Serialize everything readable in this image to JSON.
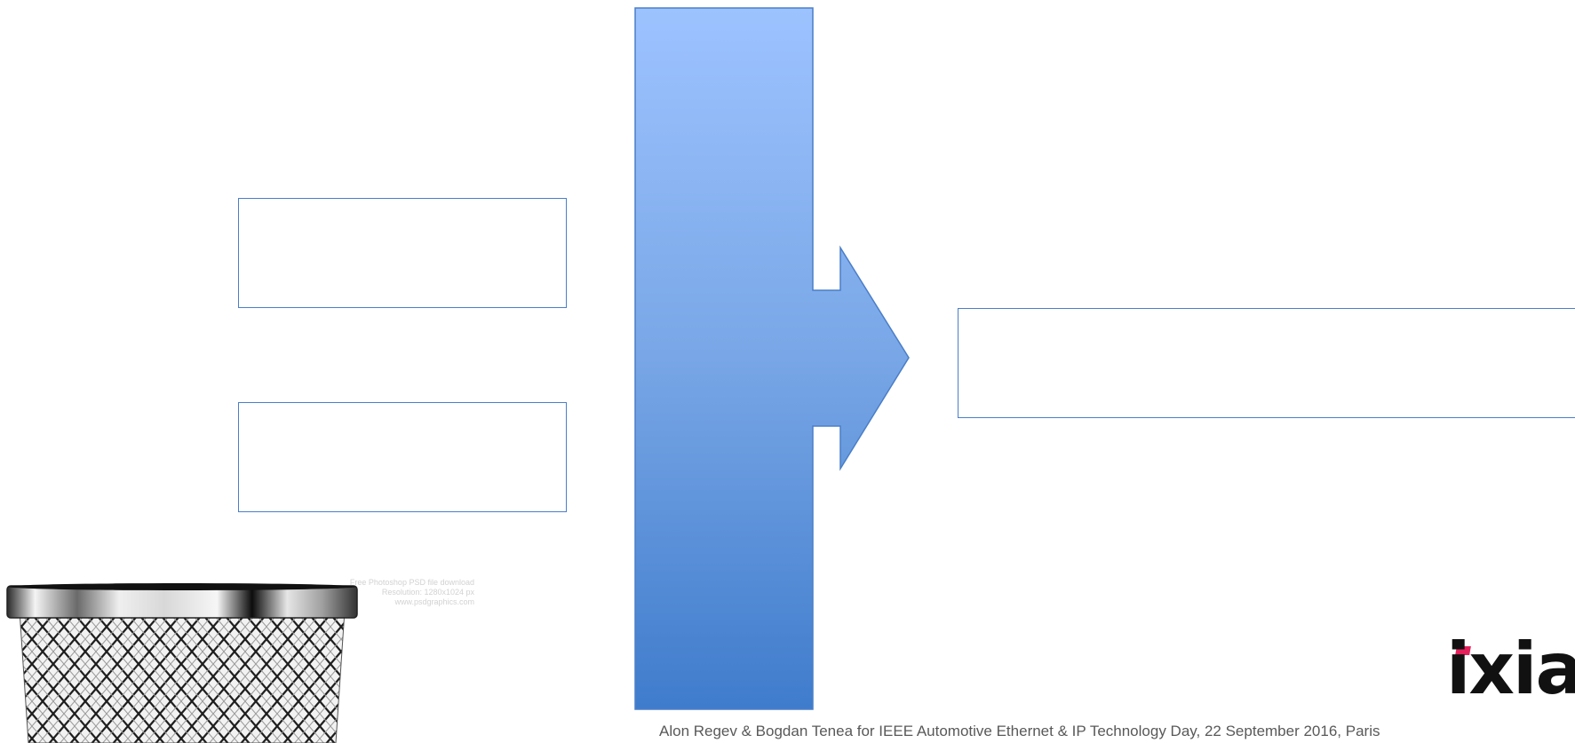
{
  "slide": {
    "watermark": {
      "line1": "Free Photoshop PSD file download",
      "line2": "Resolution: 1280x1024 px",
      "line3": "www.psdgraphics.com"
    },
    "logo": {
      "text": "ixia"
    },
    "footer": {
      "text": "Alon Regev & Bogdan Tenea for IEEE Automotive Ethernet & IP Technology Day, 22 September 2016, Paris"
    },
    "colors": {
      "box_border": "#4a7ec8",
      "arrow_gradient_top": "#9dc3ff",
      "arrow_gradient_bottom": "#3f7ccc",
      "logo_accent": "#e4205a",
      "footer_text": "#595959"
    },
    "icons": {
      "trash": "wire-mesh-trash-bin"
    }
  }
}
